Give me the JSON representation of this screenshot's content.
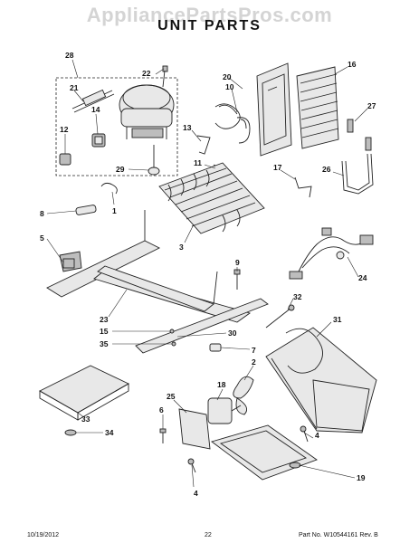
{
  "watermark": "AppliancePartsPros.com",
  "title": "UNIT PARTS",
  "footer": {
    "date": "10/19/2012",
    "page": "22",
    "part_no": "Part No. W10544161 Rev. B"
  },
  "callouts": [
    "28",
    "22",
    "20",
    "10",
    "16",
    "21",
    "14",
    "12",
    "13",
    "27",
    "29",
    "11",
    "17",
    "26",
    "8",
    "1",
    "5",
    "3",
    "24",
    "9",
    "32",
    "23",
    "15",
    "31",
    "30",
    "35",
    "7",
    "2",
    "18",
    "25",
    "6",
    "33",
    "34",
    "4",
    "4",
    "19"
  ]
}
